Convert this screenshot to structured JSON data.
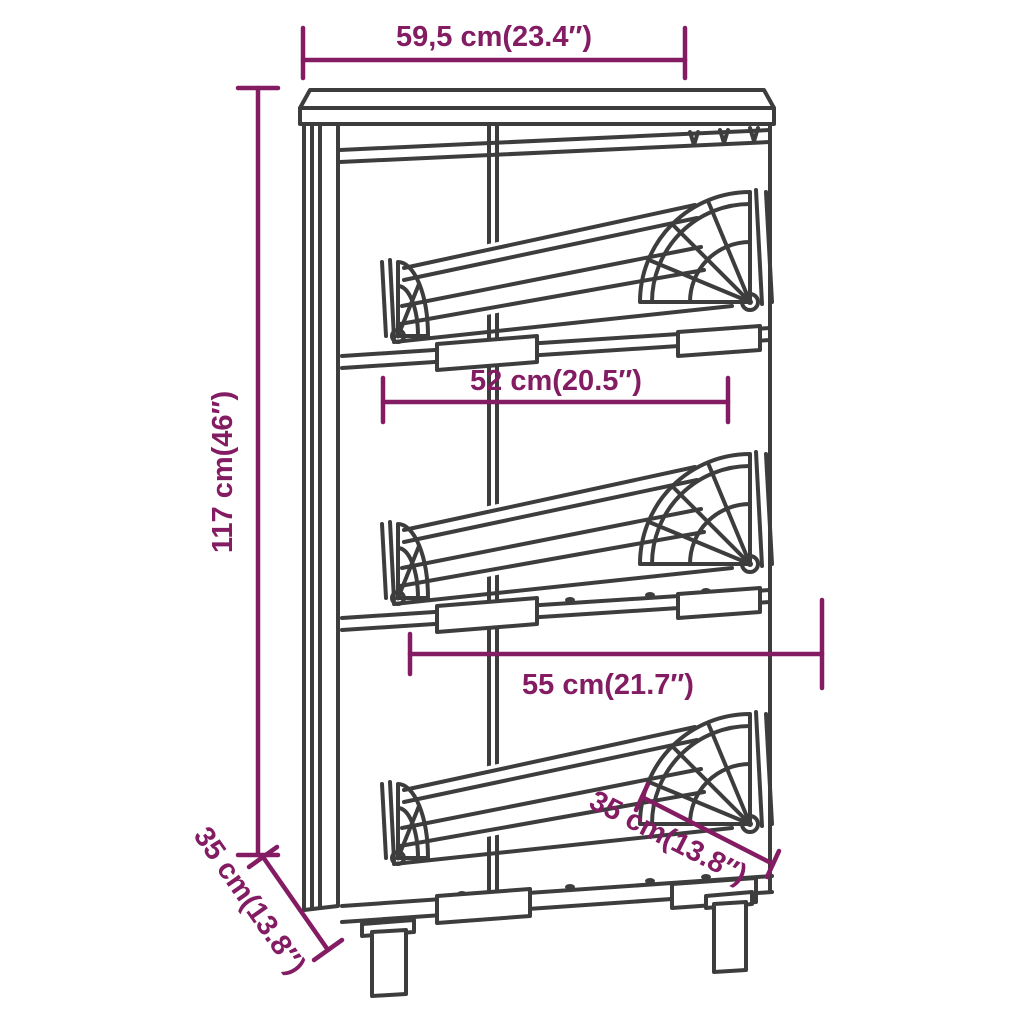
{
  "page": {
    "background": "#ffffff",
    "subject": "shoe-cabinet-dimension-diagram"
  },
  "colors": {
    "accent": "#831C63",
    "line_art": "#3D3D3D"
  },
  "dimensions": {
    "top_width": "59,5 cm(23.4″)",
    "height": "117 cm(46″)",
    "inner_width": "52 cm(20.5″)",
    "shelf_width": "55 cm(21.7″)",
    "depth_left": "35 cm(13.8″)",
    "depth_right": "35 cm(13.8″)"
  }
}
